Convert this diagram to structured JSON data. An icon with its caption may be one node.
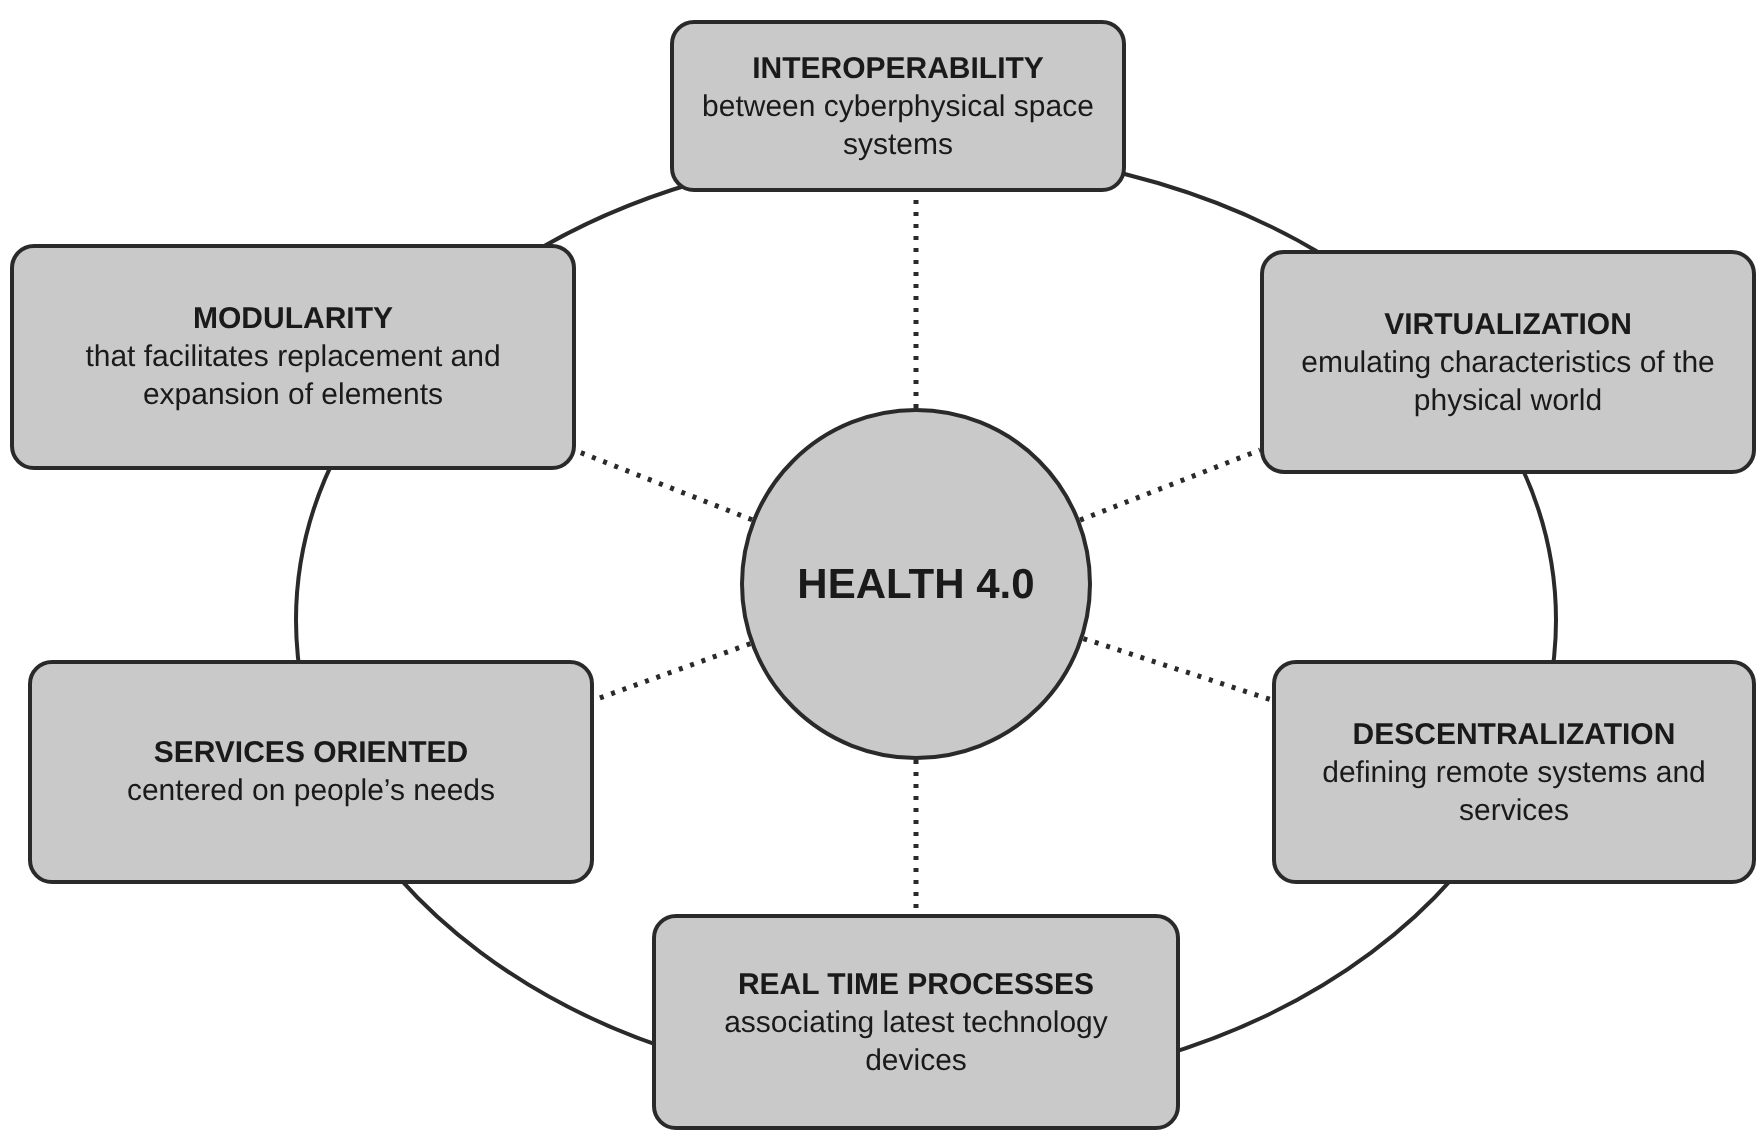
{
  "diagram": {
    "nodes": [
      {
        "text": [
          "INTEROPERABILITY",
          "between cyberphysical space systems"
        ]
      },
      {
        "text": [
          "MODULARITY",
          "that facilitates replacement and expansion of elements"
        ]
      },
      {
        "text": [
          "VIRTUALIZATION",
          "emulating characteristics of the physical world"
        ]
      },
      {
        "text": [
          "HEALTH 4.0"
        ]
      },
      {
        "text": [
          "SERVICES ORIENTED",
          "centered on people’s needs"
        ]
      },
      {
        "text": [
          "DESCENTRALIZATION",
          "defining remote systems and services"
        ]
      },
      {
        "text": [
          "REAL TIME PROCESSES",
          "associating latest technology devices"
        ]
      }
    ],
    "edges": [
      {
        "from": 3,
        "to": 0,
        "arrow": "none",
        "style": "dashed"
      },
      {
        "from": 3,
        "to": 1,
        "arrow": "none",
        "style": "dashed"
      },
      {
        "from": 3,
        "to": 2,
        "arrow": "none",
        "style": "dashed"
      },
      {
        "from": 3,
        "to": 4,
        "arrow": "none",
        "style": "dashed"
      },
      {
        "from": 3,
        "to": 5,
        "arrow": "none",
        "style": "dashed"
      },
      {
        "from": 3,
        "to": 6,
        "arrow": "none",
        "style": "dashed"
      }
    ]
  }
}
